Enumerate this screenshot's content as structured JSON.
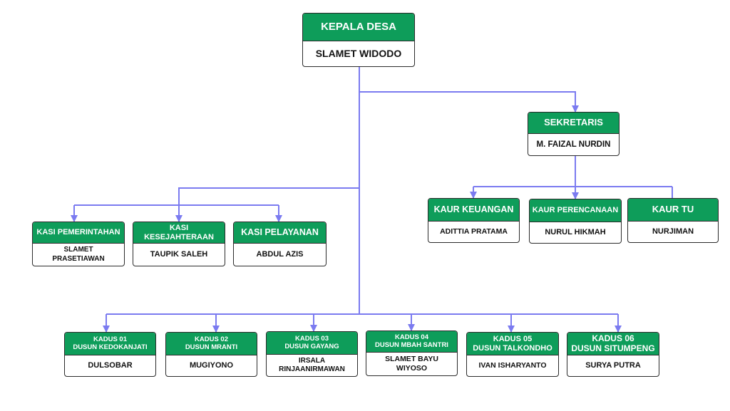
{
  "colors": {
    "header_green": "#0e9d5a",
    "connector": "#7b7bf0",
    "border": "#2b2b2b"
  },
  "kepala_desa": {
    "role": "KEPALA DESA",
    "name": "SLAMET WIDODO"
  },
  "sekretaris": {
    "role": "SEKRETARIS",
    "name": "M. FAIZAL NURDIN"
  },
  "kaur": [
    {
      "role": "KAUR KEUANGAN",
      "name": "ADITTIA PRATAMA"
    },
    {
      "role": "KAUR PERENCANAAN",
      "name": "NURUL HIKMAH"
    },
    {
      "role": "KAUR TU",
      "name": "NURJIMAN"
    }
  ],
  "kasi": [
    {
      "role": "KASI PEMERINTAHAN",
      "name_lines": [
        "SLAMET",
        "PRASETIAWAN"
      ]
    },
    {
      "role": "KASI KESEJAHTERAAN",
      "name_lines": [
        "TAUPIK SALEH"
      ]
    },
    {
      "role": "KASI PELAYANAN",
      "name_lines": [
        "ABDUL AZIS"
      ]
    }
  ],
  "kadus": [
    {
      "role_lines": [
        "KADUS 01",
        "DUSUN KEDOKANJATI"
      ],
      "name_lines": [
        "DULSOBAR"
      ]
    },
    {
      "role_lines": [
        "KADUS 02",
        "DUSUN MRANTI"
      ],
      "name_lines": [
        "MUGIYONO"
      ]
    },
    {
      "role_lines": [
        "KADUS 03",
        "DUSUN GAYANG"
      ],
      "name_lines": [
        "IRSALA",
        "RINJAANIRMAWAN"
      ]
    },
    {
      "role_lines": [
        "KADUS 04",
        "DUSUN MBAH SANTRI"
      ],
      "name_lines": [
        "SLAMET BAYU",
        "WIYOSO"
      ]
    },
    {
      "role_lines": [
        "KADUS 05",
        "DUSUN TALKONDHO"
      ],
      "name_lines": [
        "IVAN ISHARYANTO"
      ]
    },
    {
      "role_lines": [
        "KADUS 06",
        "DUSUN SITUMPENG"
      ],
      "name_lines": [
        "SURYA PUTRA"
      ]
    }
  ]
}
